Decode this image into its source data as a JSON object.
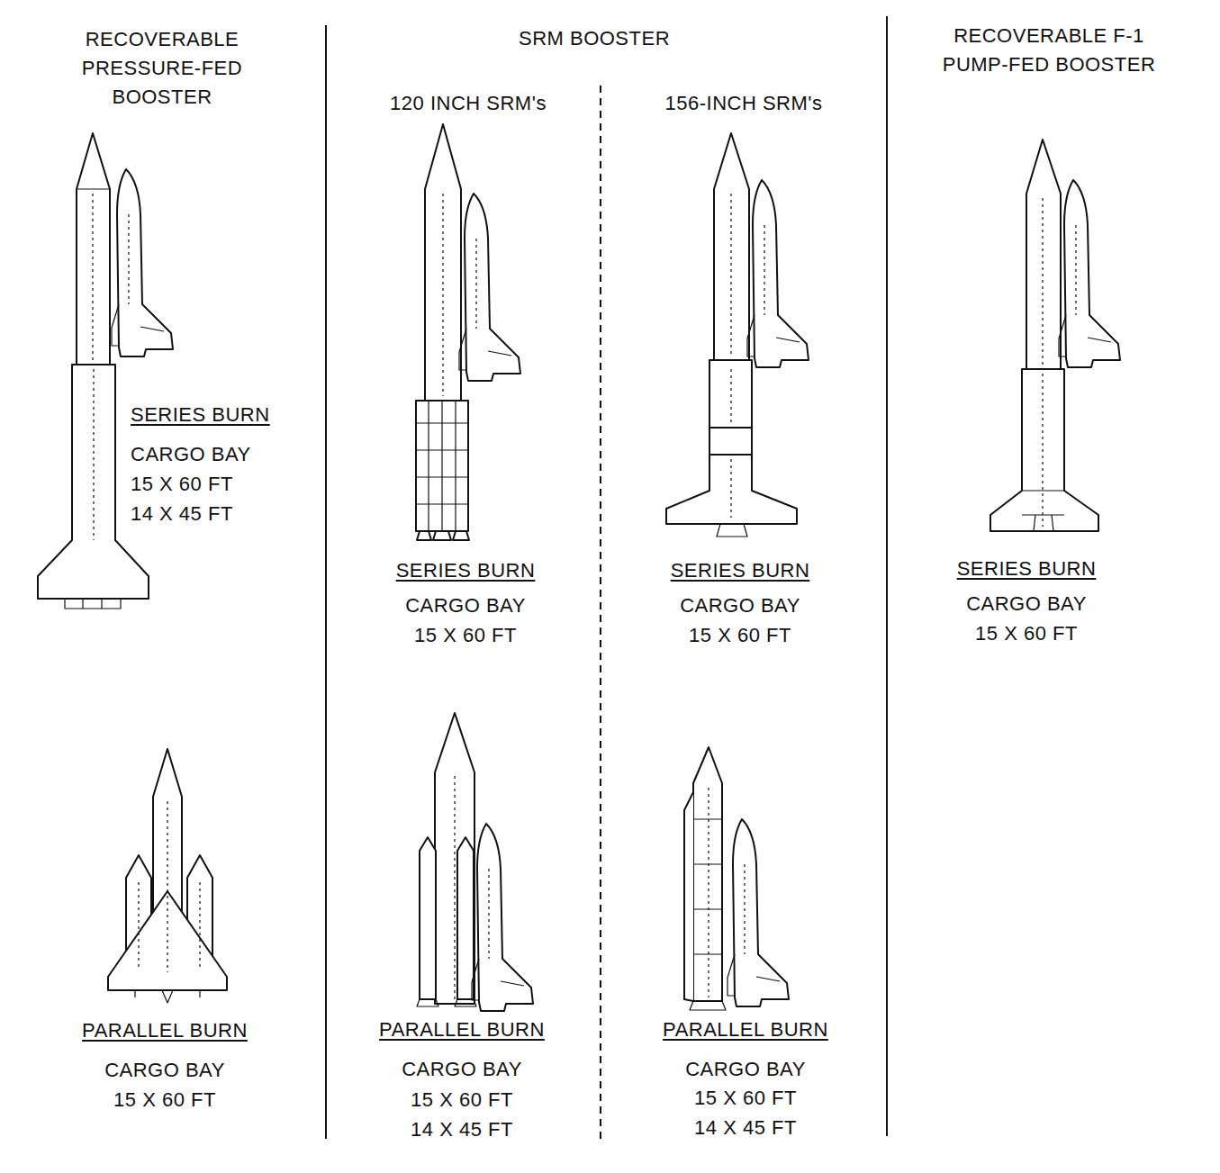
{
  "diagram": {
    "labels": [
      "RECOVERABLE PRESSURE-FED BOOSTER",
      "SRM BOOSTER",
      "120 INCH SRM's",
      "156-INCH SRM's",
      "RECOVERABLE F-1 PUMP-FED BOOSTER",
      "SERIES BURN",
      "CARGO BAY",
      "15 X 60 FT",
      "14 X 45 FT",
      "SERIES BURN",
      "CARGO BAY",
      "15 X 60 FT",
      "SERIES BURN",
      "CARGO BAY",
      "15 X 60 FT",
      "SERIES BURN",
      "CARGO BAY",
      "15 X 60 FT",
      "PARALLEL BURN",
      "CARGO BAY",
      "15 X 60 FT",
      "PARALLEL BURN",
      "CARGO BAY",
      "15 X 60 FT",
      "14 X 45 FT",
      "PARALLEL BURN",
      "CARGO BAY",
      "15 X 60 FT",
      "14 X 45 FT"
    ]
  }
}
